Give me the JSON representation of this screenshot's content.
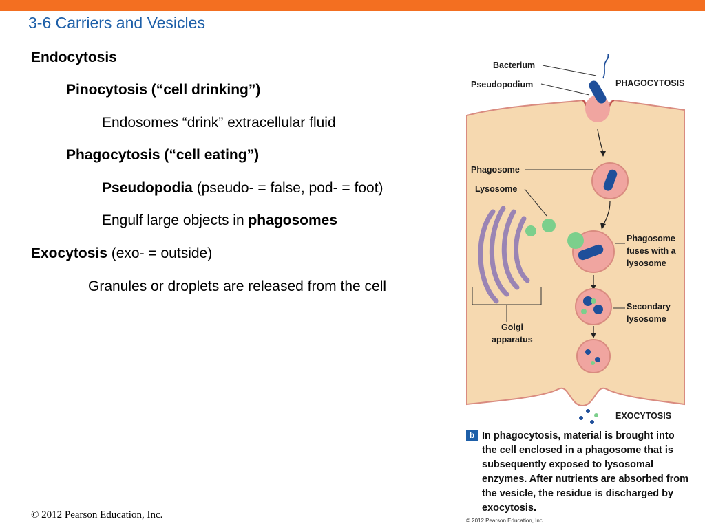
{
  "slide": {
    "title": "3-6 Carriers and Vesicles",
    "copyright": "© 2012 Pearson Education, Inc."
  },
  "bullets": {
    "endocytosis": "Endocytosis",
    "pinocytosis": "Pinocytosis (“cell drinking”)",
    "endosomes": "Endosomes “drink” extracellular fluid",
    "phagocytosis": "Phagocytosis (“cell eating”)",
    "pseudopodia_term": "Pseudopodia",
    "pseudopodia_def": " (pseudo- = false, pod- = foot)",
    "engulf_text": "Engulf large objects in ",
    "engulf_term": "phagosomes",
    "exocytosis_term": "Exocytosis",
    "exocytosis_def": " (exo- = outside)",
    "granules": "Granules or droplets are released from the cell"
  },
  "figure": {
    "labels": {
      "bacterium": "Bacterium",
      "pseudopodium": "Pseudopodium",
      "phagocytosis": "PHAGOCYTOSIS",
      "phagosome": "Phagosome",
      "lysosome": "Lysosome",
      "fuses_1": "Phagosome",
      "fuses_2": "fuses with a",
      "fuses_3": "lysosome",
      "secondary_1": "Secondary",
      "secondary_2": "lysosome",
      "golgi_1": "Golgi",
      "golgi_2": "apparatus",
      "exocytosis": "EXOCYTOSIS"
    },
    "badge": "b",
    "caption": "In phagocytosis, material is brought into the cell enclosed in a phagosome that is subsequently exposed to lysosomal enzymes. After nutrients are absorbed from the vesicle, the residue is discharged by exocytosis.",
    "figure_copyright": "© 2012 Pearson Education, Inc.",
    "colors": {
      "cytoplasm": "#f6d9b0",
      "membrane": "#d98b80",
      "vesicle": "#f0a5a0",
      "bacterium": "#1f4f9a",
      "golgi": "#9a84b4",
      "lysosome": "#7ccf8c"
    }
  }
}
